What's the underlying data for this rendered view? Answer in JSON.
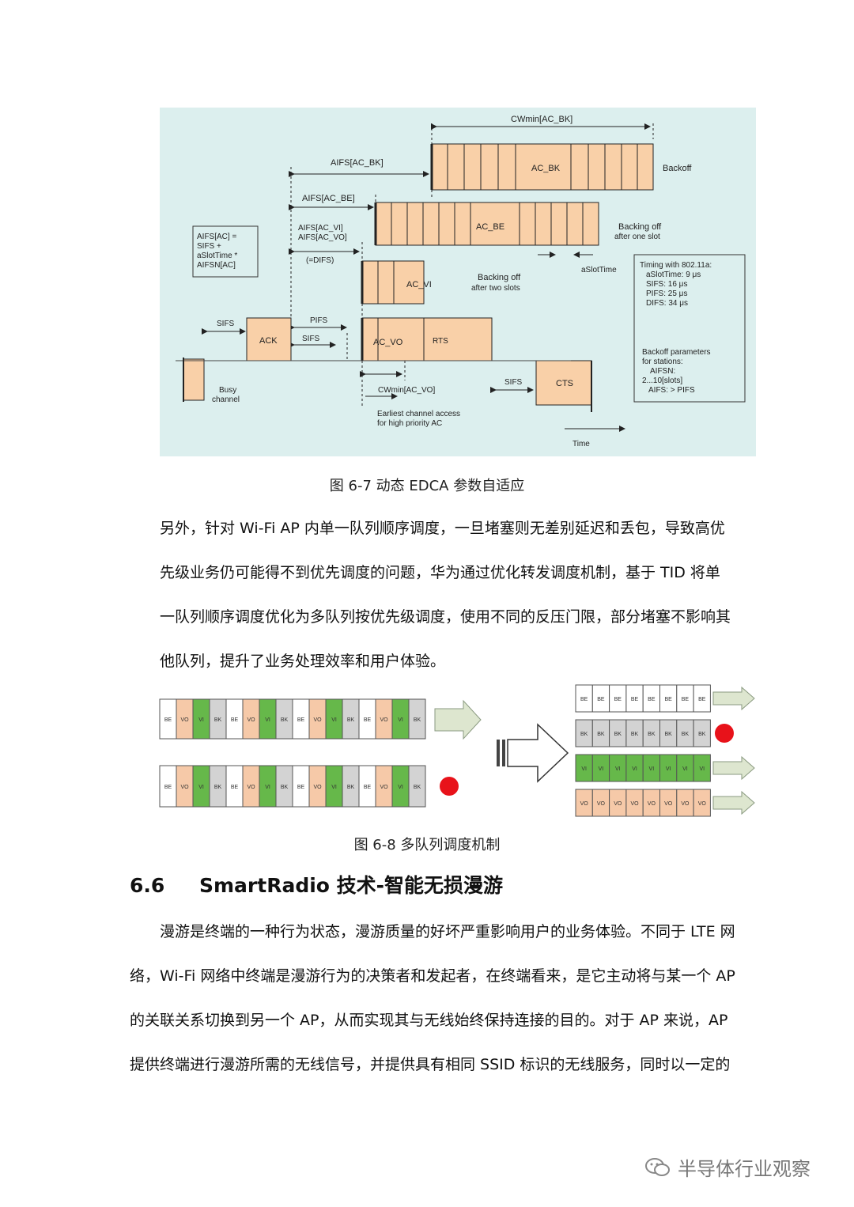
{
  "figure1": {
    "labels": {
      "cwmin_bk": "CWmin[AC_BK]",
      "aifs_bk": "AIFS[AC_BK]",
      "ac_bk": "AC_BK",
      "backoff": "Backoff",
      "aifs_be": "AIFS[AC_BE]",
      "ac_be": "AC_BE",
      "backing_off_one_1": "Backing off",
      "backing_off_one_2": "after one slot",
      "formula_1": "AIFS[AC] =",
      "formula_2": "SIFS +",
      "formula_3": "aSlotTime *",
      "formula_4": "AIFSN[AC]",
      "aifs_vi_1": "AIFS[AC_VI]",
      "aifs_vi_2": "AIFS[AC_VO]",
      "difs": "(=DIFS)",
      "ac_vi": "AC_VI",
      "backing_off_two_1": "Backing off",
      "backing_off_two_2": "after two slots",
      "aslottime": "aSlotTime",
      "sifs1": "SIFS",
      "ack": "ACK",
      "pifs": "PIFS",
      "sifs2": "SIFS",
      "ac_vo": "AC_VO",
      "rts": "RTS",
      "busy_1": "Busy",
      "busy_2": "channel",
      "cwmin_vo": "CWmin[AC_VO]",
      "sifs3": "SIFS",
      "cts": "CTS",
      "earliest_1": "Earliest channel access",
      "earliest_2": "for high priority AC",
      "time": "Time",
      "timing_1": "Timing with 802.11a:",
      "timing_2": "aSlotTime: 9 μs",
      "timing_3": "SIFS: 16 μs",
      "timing_4": "PIFS: 25 μs",
      "timing_5": "DIFS: 34 μs",
      "backoff_params_1": "Backoff parameters",
      "backoff_params_2": "for stations:",
      "backoff_params_3": "AIFSN:",
      "backoff_params_4": "2...10[slots]",
      "backoff_params_5": "AIFS: > PIFS"
    },
    "colors": {
      "bg": "#dcefee",
      "box": "#f9d0a8"
    }
  },
  "caption1": "图 6-7  动态 EDCA 参数自适应",
  "para1": [
    "另外，针对 Wi-Fi AP 内单一队列顺序调度，一旦堵塞则无差别延迟和丢包，导致高优",
    "先级业务仍可能得不到优先调度的问题，华为通过优化转发调度机制，基于 TID 将单",
    "一队列顺序调度优化为多队列按优先级调度，使用不同的反压门限，部分堵塞不影响其",
    "他队列，提升了业务处理效率和用户体验。"
  ],
  "figure2": {
    "single_queue": [
      "BE",
      "VO",
      "VI",
      "BK",
      "BE",
      "VO",
      "VI",
      "BK",
      "BE",
      "VO",
      "VI",
      "BK",
      "BE",
      "VO",
      "VI",
      "BK"
    ],
    "multi_queues": [
      {
        "label": "BE",
        "count": 8
      },
      {
        "label": "BK",
        "count": 8
      },
      {
        "label": "VI",
        "count": 8
      },
      {
        "label": "VO",
        "count": 8
      }
    ],
    "colors": {
      "BE": "#ffffff",
      "VO": "#f6c9a8",
      "VI": "#66b84a",
      "BK": "#d3d3d3",
      "block": "#e8121a",
      "arrow": "#dde6cf"
    }
  },
  "caption2": "图 6-8    多队列调度机制",
  "heading": {
    "number": "6.6",
    "title": "SmartRadio 技术-智能无损漫游"
  },
  "para2": [
    "漫游是终端的一种行为状态，漫游质量的好坏严重影响用户的业务体验。不同于 LTE 网",
    "络，Wi-Fi 网络中终端是漫游行为的决策者和发起者，在终端看来，是它主动将与某一个 AP",
    "的关联关系切换到另一个 AP，从而实现其与无线始终保持连接的目的。对于 AP 来说，AP",
    "提供终端进行漫游所需的无线信号，并提供具有相同 SSID 标识的无线服务，同时以一定的"
  ],
  "watermark": "半导体行业观察"
}
